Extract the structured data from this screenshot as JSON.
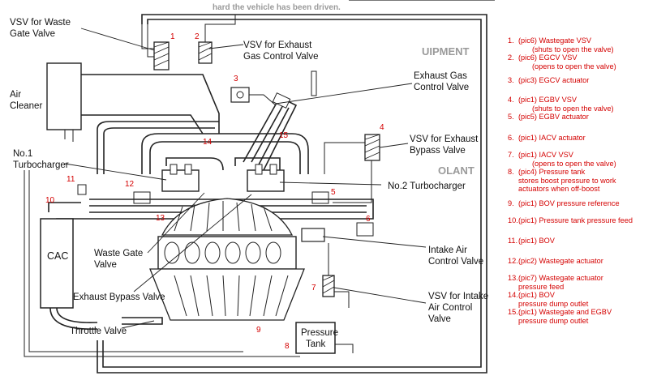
{
  "diagram": {
    "labels": {
      "vsv_waste_gate": [
        "VSV for Waste",
        "Gate Valve"
      ],
      "vsv_exhaust_gas": [
        "VSV for Exhaust",
        "Gas Control Valve"
      ],
      "exhaust_gas_control": [
        "Exhaust Gas",
        "Control Valve"
      ],
      "air_cleaner": [
        "Air",
        "Cleaner"
      ],
      "vsv_exhaust_bypass": [
        "VSV for Exhaust",
        "Bypass Valve"
      ],
      "no1_turbo": [
        "No.1",
        "Turbocharger"
      ],
      "no2_turbo": "No.2 Turbocharger",
      "cac": "CAC",
      "waste_gate_valve": [
        "Waste Gate",
        "Valve"
      ],
      "intake_air_control": [
        "Intake Air",
        "Control Valve"
      ],
      "exhaust_bypass_valve": "Exhaust Bypass Valve",
      "vsv_intake_air": [
        "VSV for Intake",
        "Air Control",
        "Valve"
      ],
      "throttle_valve": "Throttle Valve",
      "pressure_tank": [
        "Pressure",
        "Tank"
      ]
    },
    "numbers": {
      "n1": "1",
      "n2": "2",
      "n3": "3",
      "n4": "4",
      "n5": "5",
      "n6": "6",
      "n7": "7",
      "n8": "8",
      "n9": "9",
      "n10": "10",
      "n11": "11",
      "n12": "12",
      "n13": "13",
      "n14": "14",
      "n15": "15"
    },
    "background_text": {
      "t1": "hard the vehicle has been driven.",
      "t2": "UIPMENT",
      "t3": "OLANT",
      "t4": "No.2 Turbocharger"
    }
  },
  "legend": [
    {
      "num": "1.",
      "text": "(pic6) Wastegate VSV",
      "sub": [
        "(shuts to open the valve)"
      ]
    },
    {
      "num": "2.",
      "text": "(pic6) EGCV VSV",
      "sub": [
        "(opens to open the valve)"
      ]
    },
    {
      "num": "3.",
      "text": "(pic3) EGCV actuator",
      "sub": []
    },
    {
      "num": "4.",
      "text": "(pic1) EGBV VSV",
      "sub": [
        "(shuts to open the valve)"
      ]
    },
    {
      "num": "5.",
      "text": "(pic5) EGBV actuator",
      "sub": []
    },
    {
      "num": "6.",
      "text": "(pic1) IACV actuator",
      "sub": []
    },
    {
      "num": "7.",
      "text": "(pic1) IACV VSV",
      "sub": [
        "(opens to open the valve)"
      ]
    },
    {
      "num": "8.",
      "text": "(pic4) Pressure tank",
      "sub": [
        "stores boost pressure to work",
        "actuators when off-boost"
      ]
    },
    {
      "num": "9.",
      "text": "(pic1) BOV pressure reference",
      "sub": []
    },
    {
      "num": "10.",
      "text": "(pic1) Pressure tank pressure feed",
      "sub": []
    },
    {
      "num": "11.",
      "text": "(pic1) BOV",
      "sub": []
    },
    {
      "num": "12.",
      "text": "(pic2) Wastegate actuator",
      "sub": []
    },
    {
      "num": "13.",
      "text": "(pic7) Wastegate actuator",
      "sub": [
        "pressure feed"
      ]
    },
    {
      "num": "14.",
      "text": "(pic1) BOV",
      "sub": [
        "pressure dump outlet"
      ]
    },
    {
      "num": "15.",
      "text": "(pic1) Wastegate and EGBV",
      "sub": [
        "pressure dump outlet"
      ]
    }
  ]
}
